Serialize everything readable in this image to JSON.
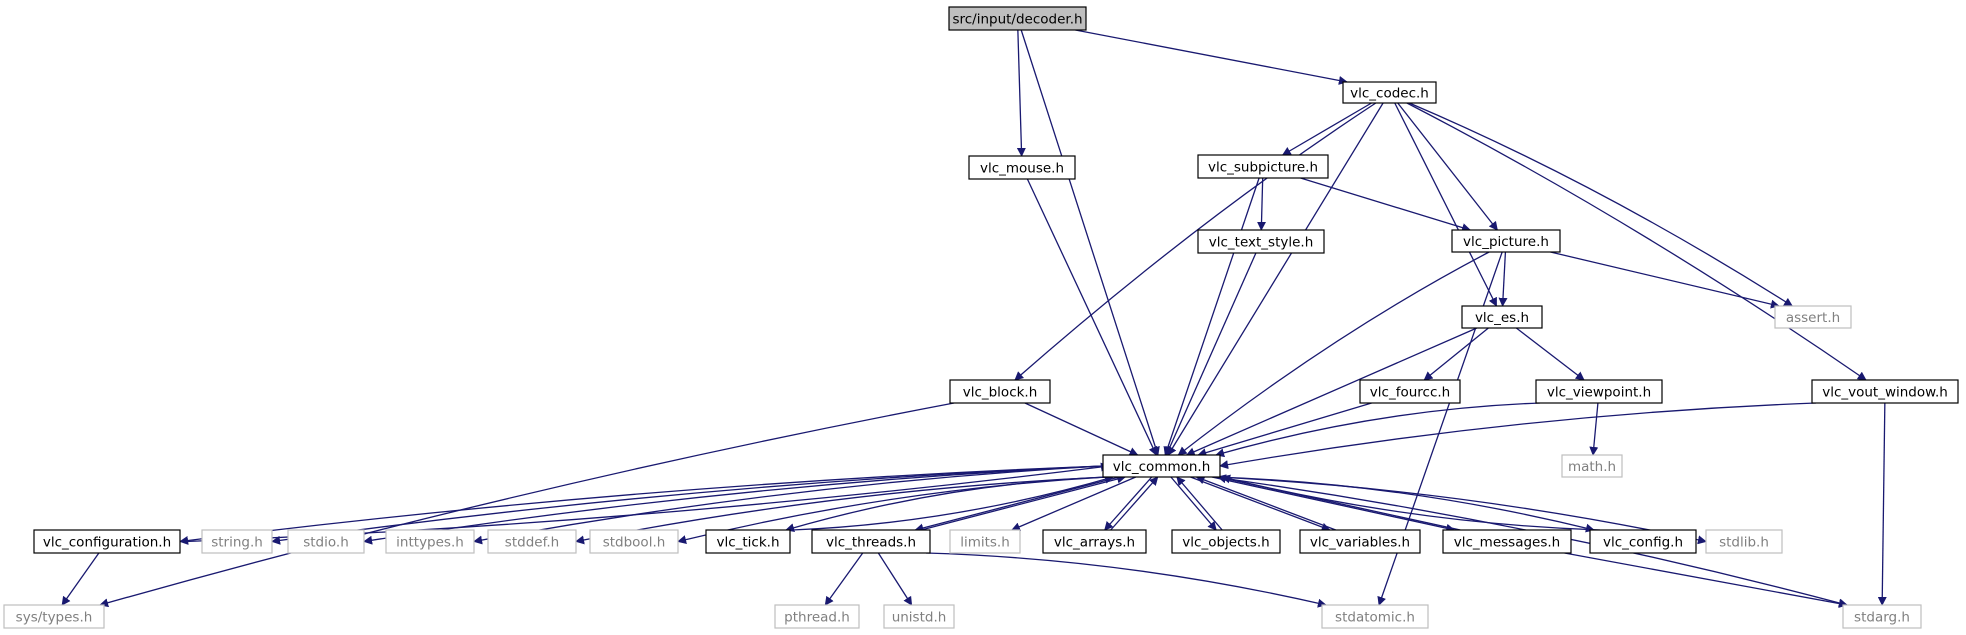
{
  "colors": {
    "edge": "#191970",
    "node_border": "#000000",
    "external_border": "#bfbfbf",
    "external_text": "#808080",
    "root_fill": "#bfbfbf",
    "node_fill": "#ffffff",
    "text": "#000000"
  },
  "nodes": [
    {
      "id": "decoder",
      "label": "src/input/decoder.h",
      "kind": "root"
    },
    {
      "id": "vlc_codec",
      "label": "vlc_codec.h",
      "kind": "internal"
    },
    {
      "id": "vlc_mouse",
      "label": "vlc_mouse.h",
      "kind": "internal"
    },
    {
      "id": "vlc_subpicture",
      "label": "vlc_subpicture.h",
      "kind": "internal"
    },
    {
      "id": "vlc_text_style",
      "label": "vlc_text_style.h",
      "kind": "internal"
    },
    {
      "id": "vlc_picture",
      "label": "vlc_picture.h",
      "kind": "internal"
    },
    {
      "id": "assert",
      "label": "assert.h",
      "kind": "external"
    },
    {
      "id": "vlc_es",
      "label": "vlc_es.h",
      "kind": "internal"
    },
    {
      "id": "vlc_block",
      "label": "vlc_block.h",
      "kind": "internal"
    },
    {
      "id": "vlc_fourcc",
      "label": "vlc_fourcc.h",
      "kind": "internal"
    },
    {
      "id": "vlc_viewpoint",
      "label": "vlc_viewpoint.h",
      "kind": "internal"
    },
    {
      "id": "vlc_vout_window",
      "label": "vlc_vout_window.h",
      "kind": "internal"
    },
    {
      "id": "math",
      "label": "math.h",
      "kind": "external"
    },
    {
      "id": "vlc_common",
      "label": "vlc_common.h",
      "kind": "internal"
    },
    {
      "id": "vlc_configuration",
      "label": "vlc_configuration.h",
      "kind": "internal"
    },
    {
      "id": "string",
      "label": "string.h",
      "kind": "external"
    },
    {
      "id": "stdio",
      "label": "stdio.h",
      "kind": "external"
    },
    {
      "id": "inttypes",
      "label": "inttypes.h",
      "kind": "external"
    },
    {
      "id": "stddef",
      "label": "stddef.h",
      "kind": "external"
    },
    {
      "id": "stdbool",
      "label": "stdbool.h",
      "kind": "external"
    },
    {
      "id": "vlc_tick",
      "label": "vlc_tick.h",
      "kind": "internal"
    },
    {
      "id": "vlc_threads",
      "label": "vlc_threads.h",
      "kind": "internal"
    },
    {
      "id": "limits",
      "label": "limits.h",
      "kind": "external"
    },
    {
      "id": "vlc_arrays",
      "label": "vlc_arrays.h",
      "kind": "internal"
    },
    {
      "id": "vlc_objects",
      "label": "vlc_objects.h",
      "kind": "internal"
    },
    {
      "id": "vlc_variables",
      "label": "vlc_variables.h",
      "kind": "internal"
    },
    {
      "id": "vlc_messages",
      "label": "vlc_messages.h",
      "kind": "internal"
    },
    {
      "id": "vlc_config",
      "label": "vlc_config.h",
      "kind": "internal"
    },
    {
      "id": "stdlib",
      "label": "stdlib.h",
      "kind": "external"
    },
    {
      "id": "sys_types",
      "label": "sys/types.h",
      "kind": "external"
    },
    {
      "id": "pthread",
      "label": "pthread.h",
      "kind": "external"
    },
    {
      "id": "unistd",
      "label": "unistd.h",
      "kind": "external"
    },
    {
      "id": "stdatomic",
      "label": "stdatomic.h",
      "kind": "external"
    },
    {
      "id": "stdarg",
      "label": "stdarg.h",
      "kind": "external"
    }
  ],
  "edges": [
    {
      "from": "decoder",
      "to": "vlc_codec"
    },
    {
      "from": "decoder",
      "to": "vlc_mouse"
    },
    {
      "from": "decoder",
      "to": "vlc_common"
    },
    {
      "from": "vlc_codec",
      "to": "vlc_subpicture"
    },
    {
      "from": "vlc_codec",
      "to": "vlc_block"
    },
    {
      "from": "vlc_codec",
      "to": "vlc_common"
    },
    {
      "from": "vlc_codec",
      "to": "vlc_picture"
    },
    {
      "from": "vlc_codec",
      "to": "vlc_es"
    },
    {
      "from": "vlc_codec",
      "to": "assert"
    },
    {
      "from": "vlc_codec",
      "to": "vlc_vout_window"
    },
    {
      "from": "vlc_mouse",
      "to": "vlc_common"
    },
    {
      "from": "vlc_subpicture",
      "to": "vlc_text_style"
    },
    {
      "from": "vlc_subpicture",
      "to": "vlc_picture"
    },
    {
      "from": "vlc_subpicture",
      "to": "vlc_common"
    },
    {
      "from": "vlc_text_style",
      "to": "vlc_common"
    },
    {
      "from": "vlc_picture",
      "to": "vlc_es"
    },
    {
      "from": "vlc_picture",
      "to": "assert"
    },
    {
      "from": "vlc_picture",
      "to": "vlc_common"
    },
    {
      "from": "vlc_picture",
      "to": "stdatomic"
    },
    {
      "from": "vlc_es",
      "to": "vlc_fourcc"
    },
    {
      "from": "vlc_es",
      "to": "vlc_viewpoint"
    },
    {
      "from": "vlc_es",
      "to": "vlc_common"
    },
    {
      "from": "vlc_fourcc",
      "to": "vlc_common"
    },
    {
      "from": "vlc_viewpoint",
      "to": "vlc_common"
    },
    {
      "from": "vlc_viewpoint",
      "to": "math"
    },
    {
      "from": "vlc_block",
      "to": "vlc_common"
    },
    {
      "from": "vlc_block",
      "to": "sys_types"
    },
    {
      "from": "vlc_vout_window",
      "to": "vlc_common"
    },
    {
      "from": "vlc_vout_window",
      "to": "stdarg"
    },
    {
      "from": "vlc_common",
      "to": "vlc_configuration"
    },
    {
      "from": "vlc_common",
      "to": "string"
    },
    {
      "from": "vlc_common",
      "to": "stdio"
    },
    {
      "from": "vlc_common",
      "to": "inttypes"
    },
    {
      "from": "vlc_common",
      "to": "stddef"
    },
    {
      "from": "vlc_common",
      "to": "stdbool"
    },
    {
      "from": "vlc_common",
      "to": "vlc_tick"
    },
    {
      "from": "vlc_common",
      "to": "vlc_threads"
    },
    {
      "from": "vlc_common",
      "to": "limits"
    },
    {
      "from": "vlc_common",
      "to": "vlc_arrays"
    },
    {
      "from": "vlc_common",
      "to": "vlc_objects"
    },
    {
      "from": "vlc_common",
      "to": "vlc_variables"
    },
    {
      "from": "vlc_common",
      "to": "vlc_messages"
    },
    {
      "from": "vlc_common",
      "to": "vlc_config"
    },
    {
      "from": "vlc_common",
      "to": "stdlib"
    },
    {
      "from": "vlc_common",
      "to": "stdarg"
    },
    {
      "from": "vlc_configuration",
      "to": "vlc_common"
    },
    {
      "from": "vlc_configuration",
      "to": "sys_types"
    },
    {
      "from": "vlc_tick",
      "to": "vlc_common"
    },
    {
      "from": "vlc_threads",
      "to": "vlc_common"
    },
    {
      "from": "vlc_threads",
      "to": "pthread"
    },
    {
      "from": "vlc_threads",
      "to": "unistd"
    },
    {
      "from": "vlc_threads",
      "to": "stdatomic"
    },
    {
      "from": "vlc_arrays",
      "to": "vlc_common"
    },
    {
      "from": "vlc_objects",
      "to": "vlc_common"
    },
    {
      "from": "vlc_variables",
      "to": "vlc_common"
    },
    {
      "from": "vlc_messages",
      "to": "vlc_common"
    },
    {
      "from": "vlc_messages",
      "to": "stdarg"
    },
    {
      "from": "vlc_config",
      "to": "vlc_common"
    }
  ]
}
